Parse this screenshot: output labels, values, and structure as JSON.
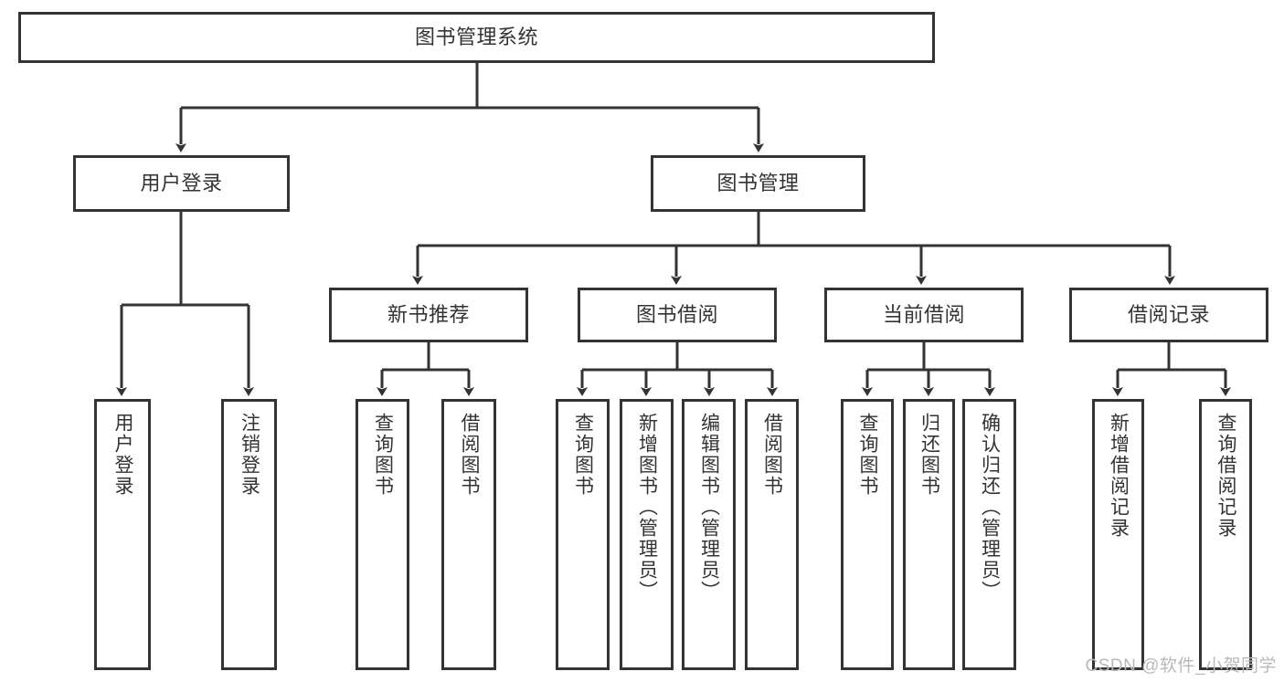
{
  "diagram": {
    "type": "tree-hierarchy-chart",
    "title": "图书管理系统",
    "colors": {
      "box_border": "#333333",
      "box_fill": "#ffffff",
      "edge": "#333333",
      "text": "#333333",
      "watermark": "#b9b9b9",
      "background": "#ffffff"
    },
    "levels": {
      "root": {
        "label": "图书管理系统",
        "orientation": "horizontal"
      },
      "level2": [
        {
          "id": "user-login",
          "label": "用户登录",
          "orientation": "horizontal"
        },
        {
          "id": "book-management",
          "label": "图书管理",
          "orientation": "horizontal"
        }
      ],
      "level3": [
        {
          "id": "new-book-recommend",
          "label": "新书推荐",
          "orientation": "horizontal",
          "parent": "book-management"
        },
        {
          "id": "book-borrow",
          "label": "图书借阅",
          "orientation": "horizontal",
          "parent": "book-management"
        },
        {
          "id": "current-borrow",
          "label": "当前借阅",
          "orientation": "horizontal",
          "parent": "book-management"
        },
        {
          "id": "borrow-record",
          "label": "借阅记录",
          "orientation": "horizontal",
          "parent": "book-management"
        }
      ],
      "leaves": [
        {
          "id": "leaf-user-login",
          "label": "用户登录",
          "orientation": "vertical",
          "parent": "user-login"
        },
        {
          "id": "leaf-user-logout",
          "label": "注销登录",
          "orientation": "vertical",
          "parent": "user-login"
        },
        {
          "id": "leaf-query-book-1",
          "label": "查询图书",
          "orientation": "vertical",
          "parent": "new-book-recommend"
        },
        {
          "id": "leaf-borrow-book-1",
          "label": "借阅图书",
          "orientation": "vertical",
          "parent": "new-book-recommend"
        },
        {
          "id": "leaf-query-book-2",
          "label": "查询图书",
          "orientation": "vertical",
          "parent": "book-borrow"
        },
        {
          "id": "leaf-add-book",
          "label": "新增图书（管理员）",
          "orientation": "vertical",
          "parent": "book-borrow"
        },
        {
          "id": "leaf-edit-book",
          "label": "编辑图书（管理员）",
          "orientation": "vertical",
          "parent": "book-borrow"
        },
        {
          "id": "leaf-borrow-book-2",
          "label": "借阅图书",
          "orientation": "vertical",
          "parent": "book-borrow"
        },
        {
          "id": "leaf-query-book-3",
          "label": "查询图书",
          "orientation": "vertical",
          "parent": "current-borrow"
        },
        {
          "id": "leaf-return-book",
          "label": "归还图书",
          "orientation": "vertical",
          "parent": "current-borrow"
        },
        {
          "id": "leaf-confirm-return",
          "label": "确认归还（管理员）",
          "orientation": "vertical",
          "parent": "current-borrow"
        },
        {
          "id": "leaf-add-record",
          "label": "新增借阅记录",
          "orientation": "vertical",
          "parent": "borrow-record"
        },
        {
          "id": "leaf-query-record",
          "label": "查询借阅记录",
          "orientation": "vertical",
          "parent": "borrow-record"
        }
      ]
    },
    "watermark": "CSDN @软件_小贺同学"
  }
}
